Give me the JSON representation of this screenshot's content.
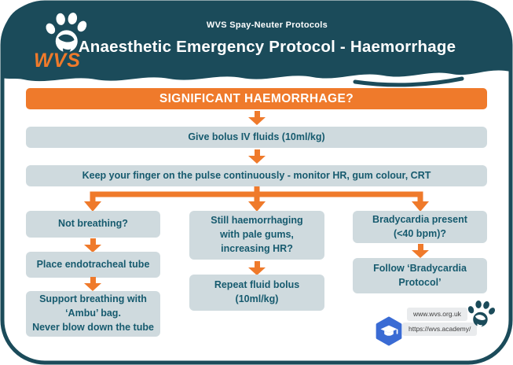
{
  "colors": {
    "teal": "#1b4b5a",
    "orange": "#ef7a2b",
    "box_bg": "#cfdade",
    "box_text": "#165a6e",
    "pill_bg": "#e9ebed",
    "pill_text": "#3d3d3d",
    "academy_blue": "#3a6bd4"
  },
  "header": {
    "eyebrow": "WVS Spay-Neuter Protocols",
    "title": "Anaesthetic Emergency Protocol - Haemorrhage",
    "logo_text": "WVS"
  },
  "flow": {
    "banner": "SIGNIFICANT HAEMORRHAGE?",
    "steps": [
      "Give bolus IV fluids (10ml/kg)",
      "Keep your finger on the pulse continuously - monitor HR, gum colour, CRT"
    ],
    "columns": [
      {
        "boxes": [
          "Not breathing?",
          "Place endotracheal tube",
          "Support breathing with\n‘Ambu’ bag.\nNever blow down the tube"
        ]
      },
      {
        "boxes": [
          "Still haemorrhaging\nwith pale gums,\nincreasing HR?",
          "Repeat fluid bolus\n(10ml/kg)"
        ]
      },
      {
        "boxes": [
          "Bradycardia present\n(<40 bpm)?",
          "Follow ‘Bradycardia\nProtocol’"
        ]
      }
    ]
  },
  "footer": {
    "website_url": "www.wvs.org.uk",
    "academy_url": "https://wvs.academy/"
  }
}
